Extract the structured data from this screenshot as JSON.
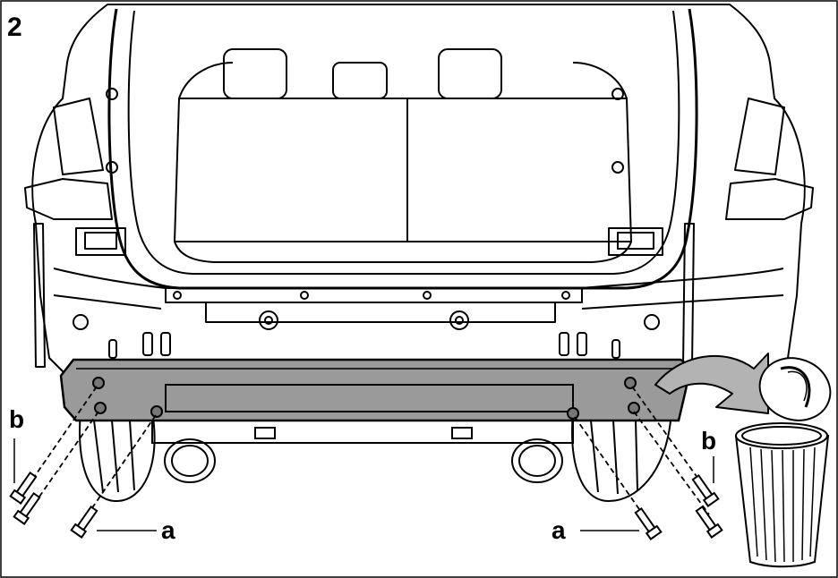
{
  "figure": {
    "step_number": "2",
    "labels": {
      "b_left": "b",
      "b_right": "b",
      "a_left": "a",
      "a_right": "a"
    },
    "colors": {
      "line": "#000000",
      "beam_fill": "#9a9a9a",
      "arrow_fill": "#b3b3b3",
      "background": "#ffffff"
    },
    "icons": [
      "bolt-icon",
      "trash-bin-icon",
      "curved-arrow-icon"
    ]
  }
}
